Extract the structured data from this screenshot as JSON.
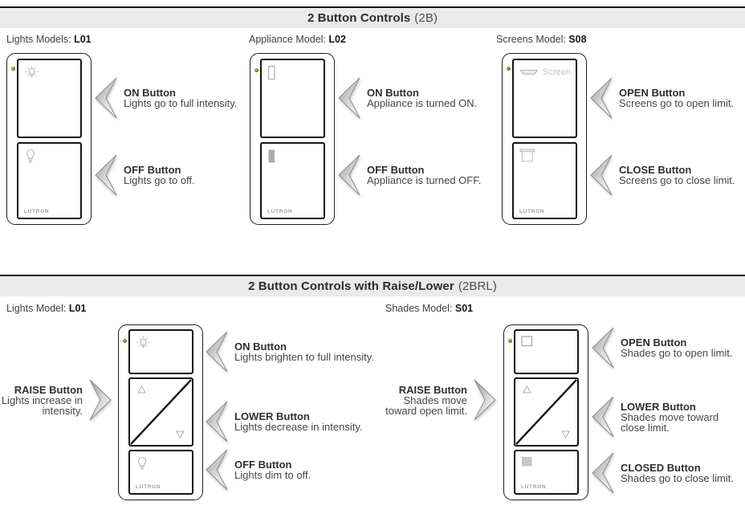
{
  "brand": "LUTRON",
  "colors": {
    "header_bg": "#eaeaea",
    "top_rule": "#141414",
    "device_border": "#1f1f1f",
    "icon_gray": "#b5b5b5",
    "led_olive": "#6f712c",
    "arrow_gradient_start": "#969696",
    "arrow_gradient_end": "#fdfdfd"
  },
  "section1": {
    "title": "2 Button Controls",
    "suffix": "(2B)",
    "models": {
      "lights": {
        "label": "Lights Models:",
        "code": "L01"
      },
      "appliance": {
        "label": "Appliance Model:",
        "code": "L02"
      },
      "screens": {
        "label": "Screens Model:",
        "code": "S08"
      }
    },
    "screen_button_text": "Screen",
    "callouts": {
      "lights_on": {
        "title": "ON Button",
        "desc": "Lights go to full intensity."
      },
      "lights_off": {
        "title": "OFF Button",
        "desc": "Lights go to off."
      },
      "appliance_on": {
        "title": "ON Button",
        "desc": "Appliance is turned ON."
      },
      "appliance_off": {
        "title": "OFF Button",
        "desc": "Appliance is turned OFF."
      },
      "screens_open": {
        "title": "OPEN Button",
        "desc": "Screens go to open limit."
      },
      "screens_close": {
        "title": "CLOSE Button",
        "desc": "Screens go to close limit."
      }
    }
  },
  "section2": {
    "title": "2 Button Controls with Raise/Lower",
    "suffix": "(2BRL)",
    "models": {
      "lights": {
        "label": "Lights Model:",
        "code": "L01"
      },
      "shades": {
        "label": "Shades Model:",
        "code": "S01"
      }
    },
    "callouts": {
      "lights_on": {
        "title": "ON Button",
        "desc": "Lights brighten to full intensity."
      },
      "lights_raise": {
        "title": "RAISE Button",
        "line1": "Lights increase in",
        "line2": "intensity."
      },
      "lights_lower": {
        "title": "LOWER Button",
        "desc": "Lights decrease in intensity."
      },
      "lights_off": {
        "title": "OFF Button",
        "desc": "Lights dim to off."
      },
      "shades_open": {
        "title": "OPEN Button",
        "desc": "Shades go to open limit."
      },
      "shades_raise": {
        "title": "RAISE Button",
        "line1": "Shades move",
        "line2": "toward open limit."
      },
      "shades_lower": {
        "title": "LOWER Button",
        "line1": "Shades move toward",
        "line2": "close limit."
      },
      "shades_closed": {
        "title": "CLOSED Button",
        "desc": "Shades go to close limit."
      }
    }
  }
}
